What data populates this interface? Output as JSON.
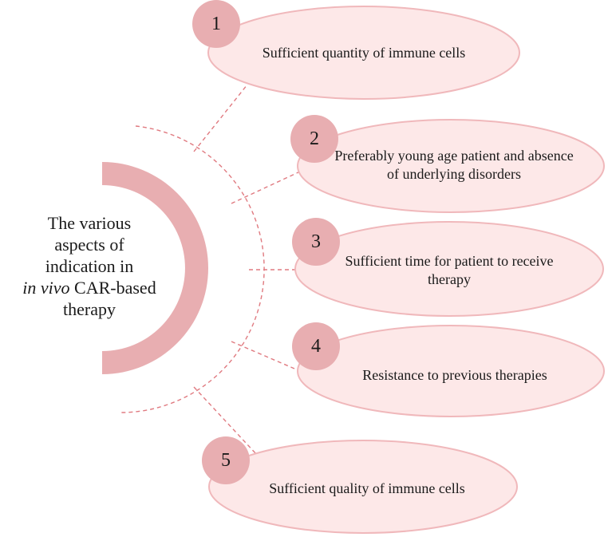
{
  "colors": {
    "arc_fill": "#e8aeb1",
    "ellipse_fill": "#fde8e8",
    "ellipse_stroke": "#f0b8bb",
    "number_circle": "#e8aeb1",
    "dashed_line": "#e07a80"
  },
  "center": {
    "line1": "The various",
    "line2": "aspects of",
    "line3": "indication in",
    "line4_italic": "in vivo",
    "line4_rest": " CAR-based",
    "line5": "therapy"
  },
  "items": [
    {
      "number": "1",
      "text": "Sufficient quantity of immune cells"
    },
    {
      "number": "2",
      "text": "Preferably young age patient and absence of underlying disorders"
    },
    {
      "number": "3",
      "text": "Sufficient time for patient to receive therapy"
    },
    {
      "number": "4",
      "text": "Resistance to previous therapies"
    },
    {
      "number": "5",
      "text": "Sufficient quality of immune cells"
    }
  ]
}
